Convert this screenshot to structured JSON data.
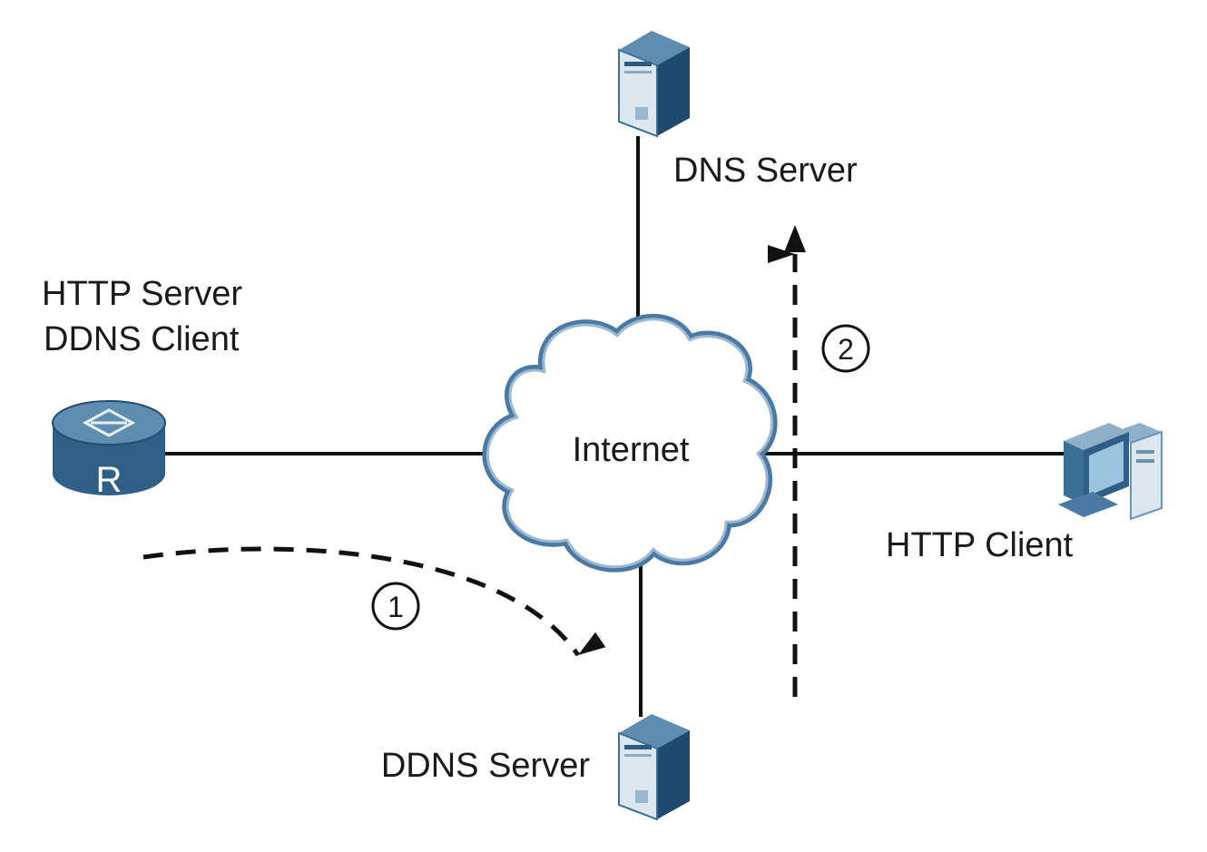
{
  "nodes": {
    "dns_server": {
      "label": "DNS Server"
    },
    "http_server": {
      "label_line1": "HTTP Server",
      "label_line2": "DDNS Client",
      "router_letter": "R"
    },
    "internet": {
      "label": "Internet"
    },
    "http_client": {
      "label": "HTTP Client"
    },
    "ddns_server": {
      "label": "DDNS Server"
    }
  },
  "steps": [
    {
      "number": "1"
    },
    {
      "number": "2"
    }
  ],
  "colors": {
    "device_dark": "#1d4a6e",
    "device_mid": "#3a6f96",
    "device_light": "#dbe6ee",
    "cloud_stroke": "#4a79a3",
    "line": "#111111"
  }
}
